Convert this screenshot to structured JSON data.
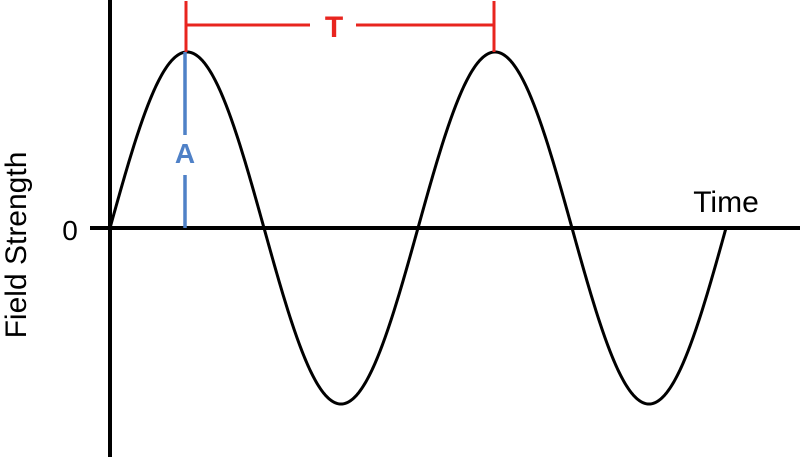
{
  "diagram": {
    "y_axis_label": "Field Strength",
    "x_axis_label": "Time",
    "zero_label": "0",
    "period_label": "T",
    "amplitude_label": "A",
    "colors": {
      "wave": "#000000",
      "axes": "#000000",
      "period_marker": "#e8251f",
      "amplitude_marker": "#4f81c7"
    },
    "wave": {
      "shape": "sine",
      "cycles": 2,
      "starts_at_zero": true
    }
  }
}
